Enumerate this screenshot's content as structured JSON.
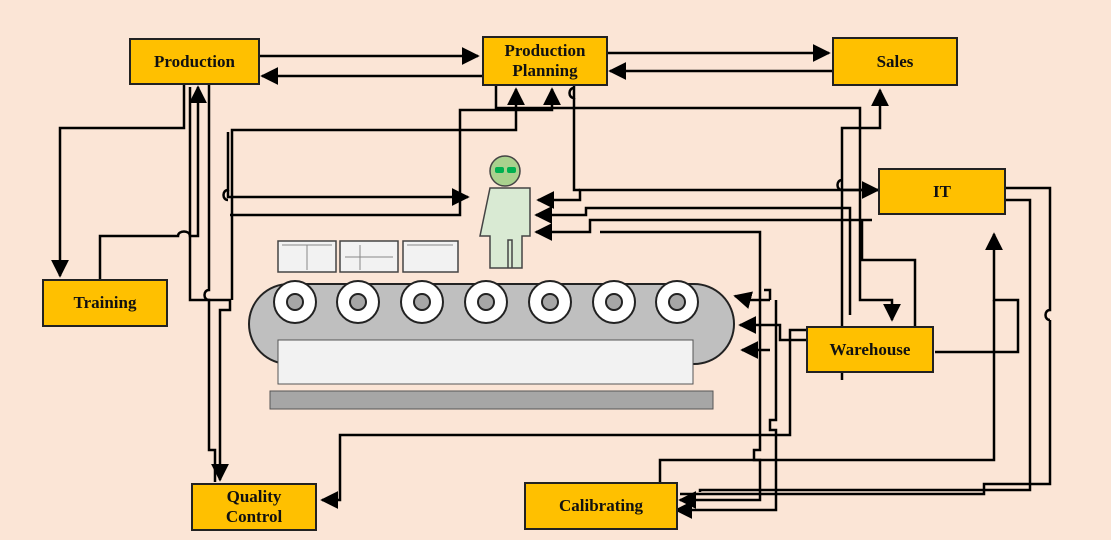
{
  "departments": {
    "production": "Production",
    "production_planning": "Production\nPlanning",
    "sales": "Sales",
    "it": "IT",
    "training": "Training",
    "warehouse": "Warehouse",
    "quality_control": "Quality\nControl",
    "calibrating": "Calibrating"
  },
  "colors": {
    "background": "#fbe5d6",
    "box_fill": "#ffc000",
    "line": "#000000",
    "worker_fill": "#d9ead3",
    "worker_head": "#a9d18e",
    "goggles": "#00b050",
    "conveyor_outer": "#a6a6a6",
    "conveyor_inner": "#f2f2f2"
  },
  "icons": [
    "worker-icon",
    "conveyor-belt-icon",
    "product-boxes-icon"
  ]
}
